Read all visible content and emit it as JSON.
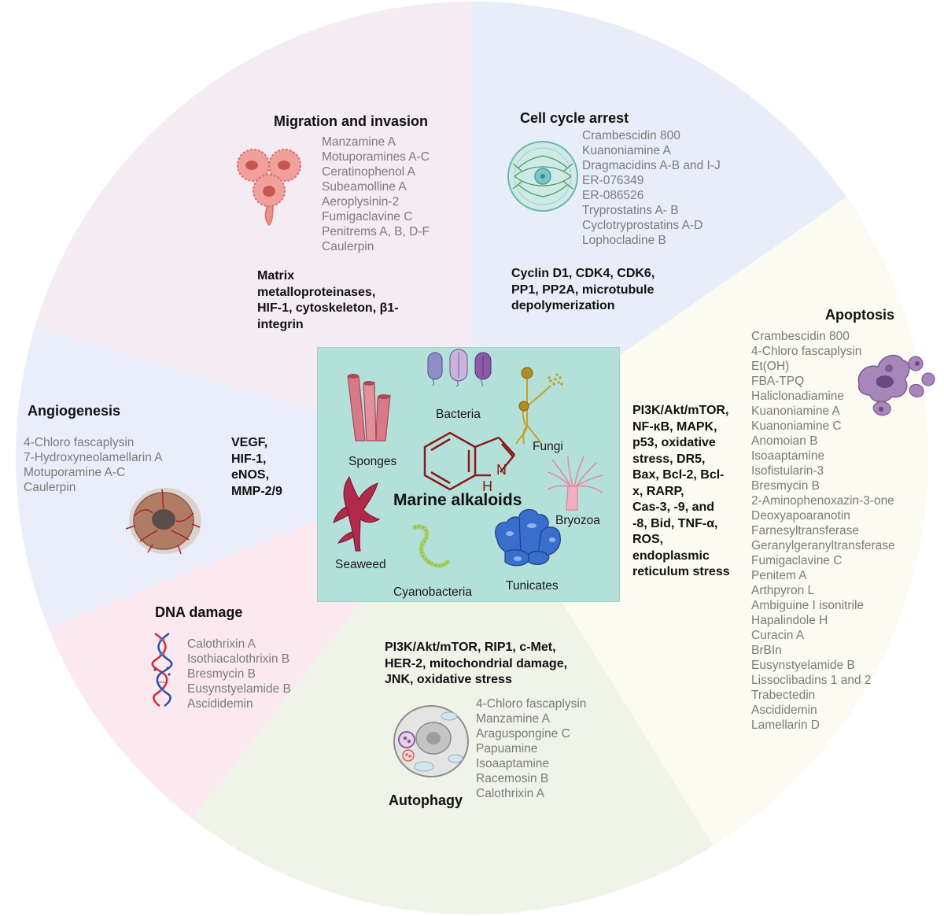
{
  "center": {
    "title": "Marine alkaloids",
    "nh_label": "N",
    "h_label": "H",
    "organisms": {
      "bacteria": "Bacteria",
      "sponges": "Sponges",
      "fungi": "Fungi",
      "bryozoa": "Bryozoa",
      "seaweed": "Seaweed",
      "cyanobacteria": "Cyanobacteria",
      "tunicates": "Tunicates"
    }
  },
  "sectors": {
    "migration": {
      "title": "Migration and invasion",
      "compounds": [
        "Manzamine A",
        "Motuporamines A-C",
        "Ceratinophenol A",
        "Subeamolline A",
        "Aeroplysinin-2",
        "Fumigaclavine C",
        "Penitrems A, B, D-F",
        "Caulerpin"
      ],
      "targets": [
        "Matrix",
        "metalloproteinases,",
        "HIF-1, cytoskeleton, β1-",
        "integrin"
      ]
    },
    "cell_cycle": {
      "title": "Cell cycle arrest",
      "compounds": [
        "Crambescidin 800",
        "Kuanoniamine A",
        "Dragmacidins A-B and I-J",
        "ER-076349",
        "ER-086526",
        "Tryprostatins A- B",
        "Cyclotryprostatins A-D",
        "Lophocladine B"
      ],
      "targets": [
        "Cyclin D1, CDK4,  CDK6,",
        "PP1, PP2A, microtubule",
        "depolymerization"
      ]
    },
    "apoptosis": {
      "title": "Apoptosis",
      "compounds": [
        "Crambescidin 800",
        "4-Chloro fascaplysin",
        "Et(OH)",
        "FBA-TPQ",
        "Haliclonadiamine",
        "Kuanoniamine A",
        "Kuanoniamine C",
        "Anomoian B",
        "Isoaaptamine",
        "Isofistularin-3",
        "Bresmycin B",
        "2-Aminophenoxazin-3-one",
        "Deoxyapoaranotin",
        "Farnesyltransferase",
        "Geranylgeranyltransferase",
        "Fumigaclavine C",
        "Penitem A",
        "Arthpyron L",
        "Ambiguine I isonitrile",
        "Hapalindole H",
        "Curacin A",
        "BrBIn",
        "Eusynstyelamide B",
        "Lissoclibadins 1 and 2",
        "Trabectedin",
        "Ascididemin",
        "Lamellarin D"
      ],
      "targets": [
        "PI3K/Akt/mTOR,",
        "NF-κB, MAPK,",
        "p53, oxidative",
        "stress, DR5,",
        "Bax, Bcl-2, Bcl-",
        "x, RARP,",
        "Cas-3, -9, and",
        "-8, Bid, TNF-α,",
        "ROS,",
        "endoplasmic",
        "reticulum stress"
      ]
    },
    "angiogenesis": {
      "title": "Angiogenesis",
      "compounds": [
        "4-Chloro fascaplysin",
        "7-Hydroxyneolamellarin A",
        "Motuporamine A-C",
        "Caulerpin"
      ],
      "targets": [
        "VEGF,",
        "HIF-1,",
        "eNOS,",
        "MMP-2/9"
      ]
    },
    "dna_damage": {
      "title": "DNA damage",
      "compounds": [
        "Calothrixin A",
        "Isothiacalothrixin B",
        "Bresmycin B",
        "Eusynstyelamide B",
        "Ascididemin"
      ]
    },
    "autophagy": {
      "title": "Autophagy",
      "compounds": [
        "4-Chloro fascaplysin",
        "Manzamine A",
        "Araguspongine C",
        "Papuamine",
        "Isoaaptamine",
        "Racemosin B",
        "Calothrixin A"
      ],
      "targets": [
        "PI3K/Akt/mTOR, RIP1, c-Met,",
        "HER-2, mitochondrial damage,",
        "JNK, oxidative stress"
      ]
    }
  },
  "colors": {
    "migration_sector": "#f4ebf3",
    "cell_cycle_sector": "#e7eefa",
    "apoptosis_sector": "#fbfbf1",
    "autophagy_sector": "#eff3e8",
    "dna_sector": "#fbe9ef",
    "angiogenesis_sector": "#e9eefa",
    "center_box": "#b4e0da",
    "alkaloid_structure": "#8b1a1a"
  }
}
